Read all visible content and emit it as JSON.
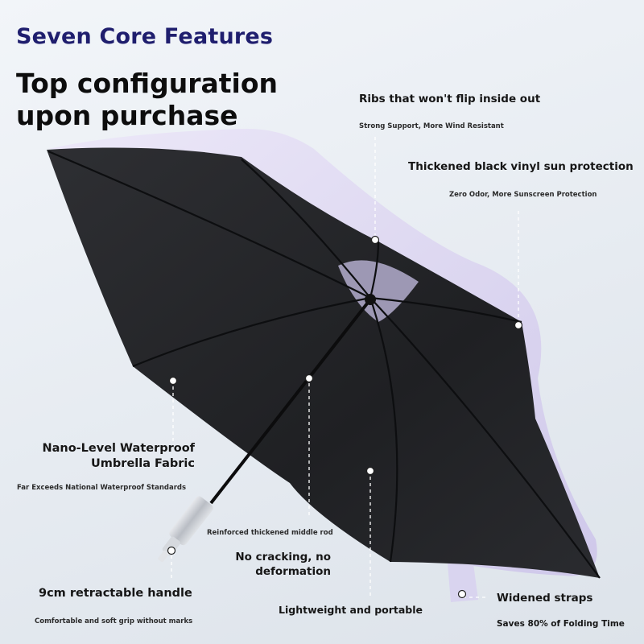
{
  "header": {
    "kicker": "Seven Core Features",
    "headline_line1": "Top configuration",
    "headline_line2": "upon purchase"
  },
  "features": {
    "ribs": {
      "title": "Ribs that won't flip inside out",
      "subtitle": "Strong Support, More Wind Resistant"
    },
    "vinyl": {
      "title": "Thickened black vinyl sun protection",
      "subtitle": "Zero Odor, More Sunscreen Protection"
    },
    "fabric": {
      "title_line1": "Nano-Level Waterproof",
      "title_line2": "Umbrella Fabric",
      "subtitle": "Far Exceeds National Waterproof Standards"
    },
    "rod": {
      "title": "Reinforced thickened middle rod"
    },
    "cracking": {
      "title_line1": "No cracking, no",
      "title_line2": "deformation"
    },
    "handle": {
      "title": "9cm retractable handle",
      "subtitle": "Comfortable and soft grip without marks"
    },
    "portable": {
      "title": "Lightweight and portable"
    },
    "straps": {
      "title": "Widened straps",
      "subtitle": "Saves 80% of Folding Time"
    }
  },
  "colors": {
    "heading_navy": "#1f1e6e",
    "canopy_black": "#232426",
    "canopy_outer_lavender": "#d8d3ee",
    "handle_silver": "#c9ccd2"
  }
}
